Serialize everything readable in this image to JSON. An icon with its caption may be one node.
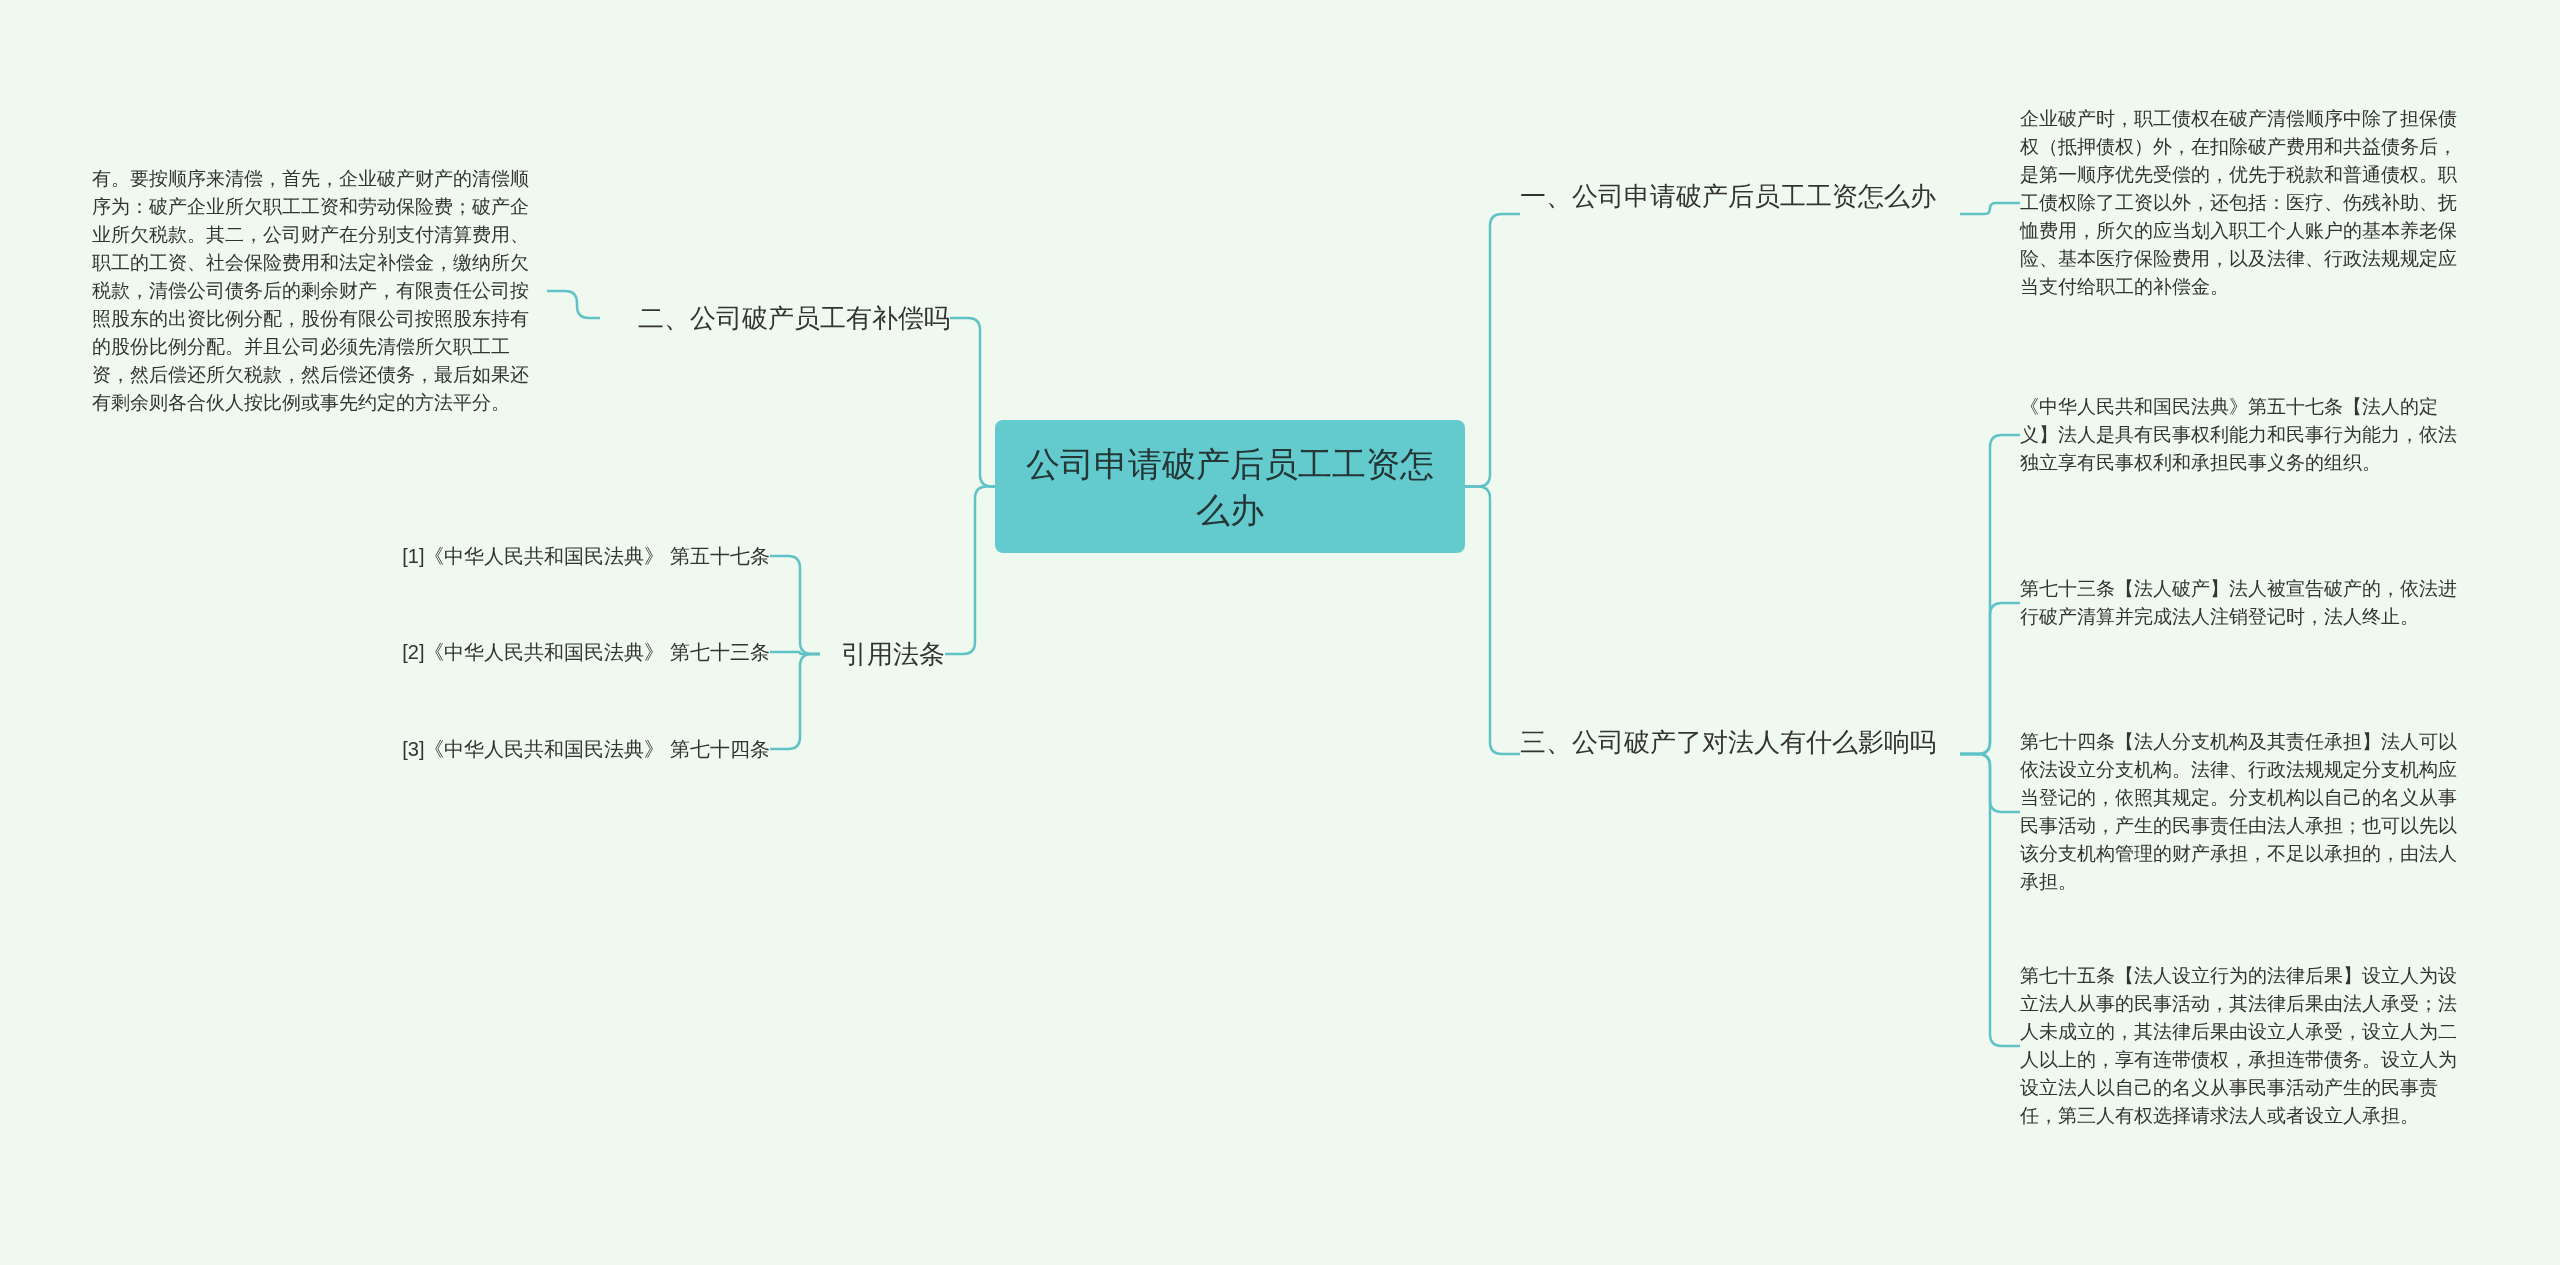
{
  "diagram": {
    "nodes": [
      {
        "text": [
          "公司申请破产后员工工资怎么办"
        ]
      },
      {
        "text": [
          "一、公司申请破产后员工工资怎么办"
        ]
      },
      {
        "text": [
          "企业破产时，职工债权在破产清偿顺序中除了担保债权（抵押债权）外，在扣除破产费用和共益债务后，是第一顺序优先受偿的，优先于税款和普通债权。职工债权除了工资以外，还包括：医疗、伤残补助、抚恤费用，所欠的应当划入职工个人账户的基本养老保险、基本医疗保险费用，以及法律、行政法规规定应当支付给职工的补偿金。"
        ]
      },
      {
        "text": [
          "二、公司破产员工有补偿吗"
        ]
      },
      {
        "text": [
          "有。要按顺序来清偿，首先，企业破产财产的清偿顺序为：破产企业所欠职工工资和劳动保险费；破产企业所欠税款。其二，公司财产在分别支付清算费用、职工的工资、社会保险费用和法定补偿金，缴纳所欠税款，清偿公司债务后的剩余财产，有限责任公司按照股东的出资比例分配，股份有限公司按照股东持有的股份比例分配。并且公司必须先清偿所欠职工工资，然后偿还所欠税款，然后偿还债务，最后如果还有剩余则各合伙人按比例或事先约定的方法平分。"
        ]
      },
      {
        "text": [
          "引用法条"
        ]
      },
      {
        "text": [
          "[1]《中华人民共和国民法典》 第五十七条"
        ]
      },
      {
        "text": [
          "[2]《中华人民共和国民法典》 第七十三条"
        ]
      },
      {
        "text": [
          "[3]《中华人民共和国民法典》 第七十四条"
        ]
      },
      {
        "text": [
          "三、公司破产了对法人有什么影响吗"
        ]
      },
      {
        "text": [
          "《中华人民共和国民法典》第五十七条【法人的定义】法人是具有民事权利能力和民事行为能力，依法独立享有民事权利和承担民事义务的组织。"
        ]
      },
      {
        "text": [
          "第七十三条【法人破产】法人被宣告破产的，依法进行破产清算并完成法人注销登记时，法人终止。"
        ]
      },
      {
        "text": [
          "第七十四条【法人分支机构及其责任承担】法人可以依法设立分支机构。法律、行政法规规定分支机构应当登记的，依照其规定。分支机构以自己的名义从事民事活动，产生的民事责任由法人承担；也可以先以该分支机构管理的财产承担，不足以承担的，由法人承担。"
        ]
      },
      {
        "text": [
          "第七十五条【法人设立行为的法律后果】设立人为设立法人从事的民事活动，其法律后果由法人承受；法人未成立的，其法律后果由设立人承受，设立人为二人以上的，享有连带债权，承担连带债务。设立人为设立法人以自己的名义从事民事活动产生的民事责任，第三人有权选择请求法人或者设立人承担。"
        ]
      }
    ],
    "edges": [
      {
        "from": 0,
        "to": 1,
        "arrow": "none"
      },
      {
        "from": 1,
        "to": 2,
        "arrow": "none"
      },
      {
        "from": 0,
        "to": 3,
        "arrow": "none"
      },
      {
        "from": 3,
        "to": 4,
        "arrow": "none"
      },
      {
        "from": 0,
        "to": 5,
        "arrow": "none"
      },
      {
        "from": 5,
        "to": 6,
        "arrow": "none"
      },
      {
        "from": 5,
        "to": 7,
        "arrow": "none"
      },
      {
        "from": 5,
        "to": 8,
        "arrow": "none"
      },
      {
        "from": 0,
        "to": 9,
        "arrow": "none"
      },
      {
        "from": 9,
        "to": 10,
        "arrow": "none"
      },
      {
        "from": 9,
        "to": 11,
        "arrow": "none"
      },
      {
        "from": 9,
        "to": 12,
        "arrow": "none"
      },
      {
        "from": 9,
        "to": 13,
        "arrow": "none"
      }
    ]
  }
}
